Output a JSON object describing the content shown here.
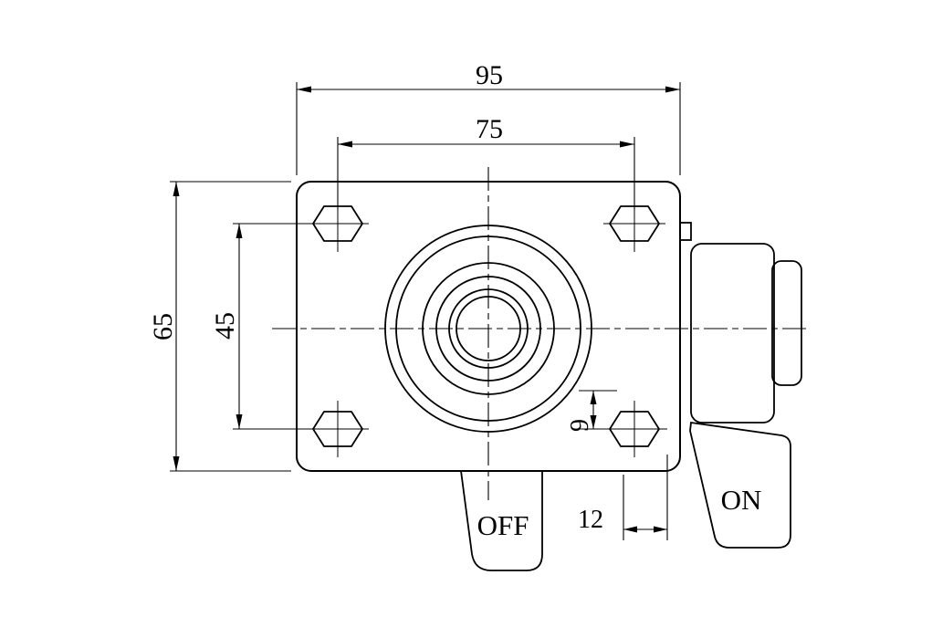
{
  "meta": {
    "type": "technical-drawing",
    "subject": "caster-with-brake-top-view",
    "background_color": "#ffffff",
    "line_color": "#000000"
  },
  "dims": {
    "plate_width": "95",
    "hole_spacing_x": "75",
    "plate_height": "65",
    "hole_spacing_y": "45",
    "edge_offset": "9",
    "pedal_offset": "12"
  },
  "pedals": {
    "off": "OFF",
    "on": "ON"
  }
}
